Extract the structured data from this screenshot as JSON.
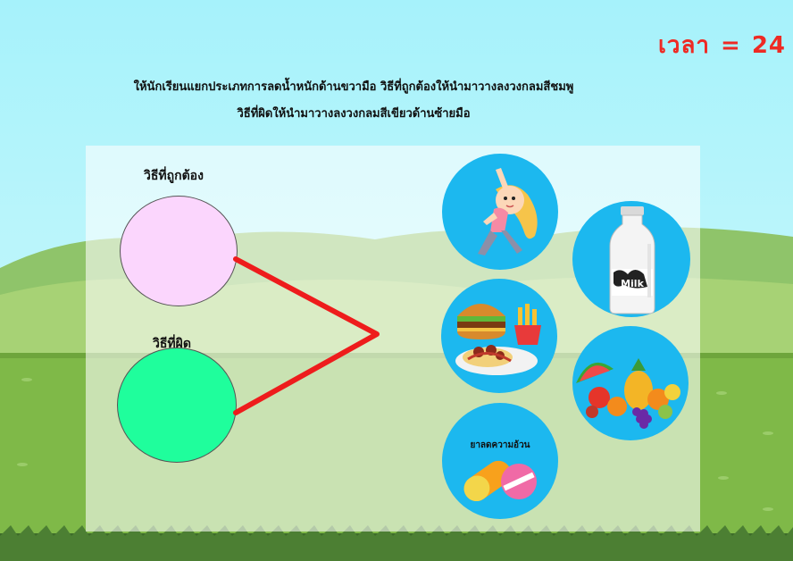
{
  "timer": {
    "label": "เวลา",
    "separator": "=",
    "value": "24"
  },
  "instruction": {
    "line1": "ให้นักเรียนแยกประเภทการลดน้ำหนักด้านขวามือ วิธีที่ถูกต้องให้นำมาวางลงวงกลมสีชมพู",
    "line2": "วิธีที่ผิดให้นำมาวางลงวงกลมสีเขียวด้านซ้ายมือ"
  },
  "zones": {
    "correct": {
      "label": "วิธีที่ถูกต้อง",
      "color": "#fbd6fd"
    },
    "wrong": {
      "label": "วิธีที่ผิด",
      "color": "#1ffe9c"
    }
  },
  "items": {
    "exercise": "exercise-girl-icon",
    "milk": "milk-bottle-icon",
    "fastfood": "fast-food-icon",
    "fruits": "fruits-icon",
    "pills": {
      "icon": "diet-pills-icon",
      "label": "ยาลดความอ้วน"
    }
  },
  "colors": {
    "sky": "#a6f2fb",
    "item_circle": "#1cb8ef",
    "timer": "#ee2a24",
    "connector": "#ee1c1c",
    "grass": "#7fb948"
  }
}
